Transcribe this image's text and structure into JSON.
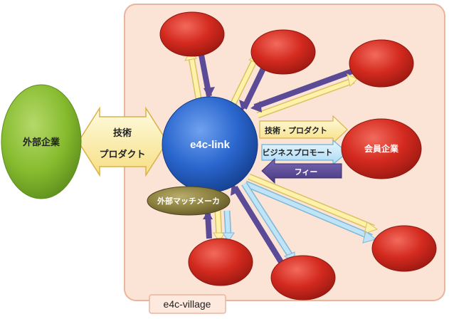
{
  "diagram": {
    "village_label": "e4c-village",
    "hub_label": "e4c-link",
    "external_company_label": "外部企業",
    "matchmaker_label": "外部マッチメーカ",
    "member_company_label": "会員企業",
    "external_arrow_labels": {
      "line1": "技術",
      "line2": "プロダクト"
    },
    "member_arrow_labels": {
      "tech_product": "技術・プロダクト",
      "business_promotion": "ビジネスプロモート",
      "fee": "フィー"
    },
    "colors": {
      "village_fill": "#fbe3d6",
      "village_border": "#e9b59c",
      "hub_blue": "#1f5fc7",
      "member_red": "#d42a1f",
      "external_green": "#86bb2e",
      "matchmaker_olive": "#8a7e3e",
      "arrow_yellow": "#fff2a8",
      "arrow_lightblue": "#bfe4f7",
      "arrow_purple": "#5b4b97"
    }
  }
}
